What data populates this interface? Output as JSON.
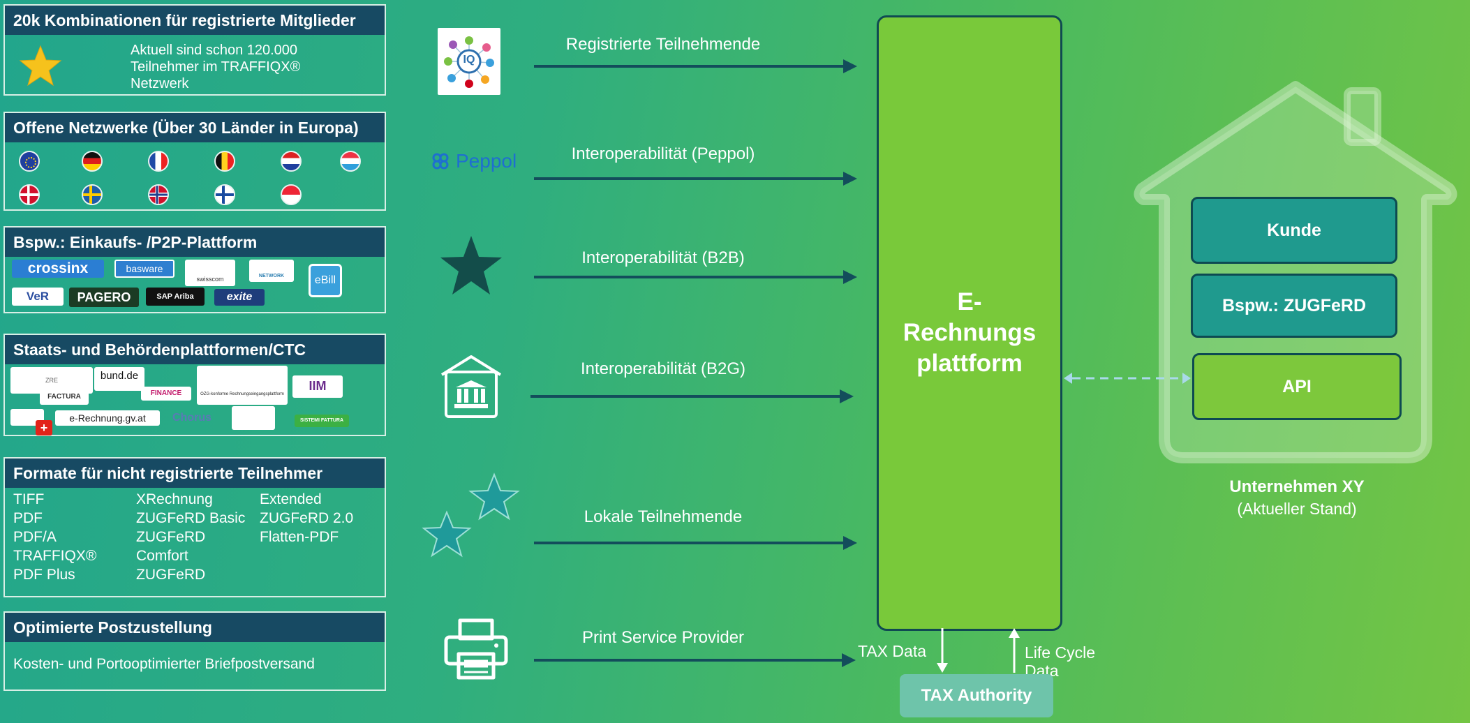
{
  "left_panels": {
    "members": {
      "title": "20k Kombinationen für registrierte Mitglieder",
      "text_line1": "Aktuell sind schon 120.000",
      "text_line2": "Teilnehmer im TRAFFIQX®",
      "text_line3": "Netzwerk"
    },
    "networks": {
      "title": "Offene Netzwerke (Über 30 Länder in Europa)"
    },
    "p2p": {
      "title": "Bspw.: Einkaufs- /P2P-Plattform",
      "logos": [
        "crossinx",
        "basware",
        "swisscom",
        "NETWORK",
        "eBill",
        "VeR",
        "PAGERO",
        "SAP Ariba",
        "exite"
      ]
    },
    "ctc": {
      "title": "Staats- und Behördenplattformen/CTC",
      "logos": [
        "ZRE",
        "bund.de",
        "FACTURA",
        "FINANCE",
        "OZG-konforme Rechnungseingangsplattform",
        "e-Rechnung.gv.at",
        "Chorus",
        "SISTEMI FATTURA"
      ]
    },
    "formats": {
      "title": "Formate für nicht registrierte Teilnehmer",
      "col1": [
        "TIFF",
        "PDF",
        "PDF/A",
        "TRAFFIQX®",
        "PDF Plus"
      ],
      "col2": [
        "XRechnung",
        "ZUGFeRD Basic",
        "ZUGFeRD",
        "Comfort",
        "ZUGFeRD"
      ],
      "col3": [
        "Extended",
        "ZUGFeRD 2.0",
        "Flatten-PDF"
      ]
    },
    "post": {
      "title": "Optimierte Postzustellung",
      "text": "Kosten- und Portooptimierter Briefpostversand"
    }
  },
  "icons": {
    "peppol_label": "Peppol",
    "network_badge": "IQ"
  },
  "flows": {
    "registered": "Registrierte Teilnehmende",
    "peppol": "Interoperabilität (Peppol)",
    "b2b": "Interoperabilität (B2B)",
    "b2g": "Interoperabilität (B2G)",
    "local": "Lokale Teilnehmende",
    "print": "Print Service Provider"
  },
  "platform": {
    "line1": "E-",
    "line2": "Rechnungs",
    "line3": "plattform"
  },
  "tax": {
    "tax_data": "TAX Data",
    "life_cycle_1": "Life Cycle",
    "life_cycle_2": "Data",
    "authority": "TAX Authority"
  },
  "company": {
    "kunde": "Kunde",
    "format": "Bspw.: ZUGFeRD",
    "api": "API",
    "name": "Unternehmen XY",
    "subtitle": "(Aktueller Stand)"
  },
  "colors": {
    "panel_header": "#174a63",
    "arrow": "#134d5b",
    "platform": "#79c93a",
    "block_teal": "#1f9a8e",
    "api_green": "#7dc83c"
  }
}
